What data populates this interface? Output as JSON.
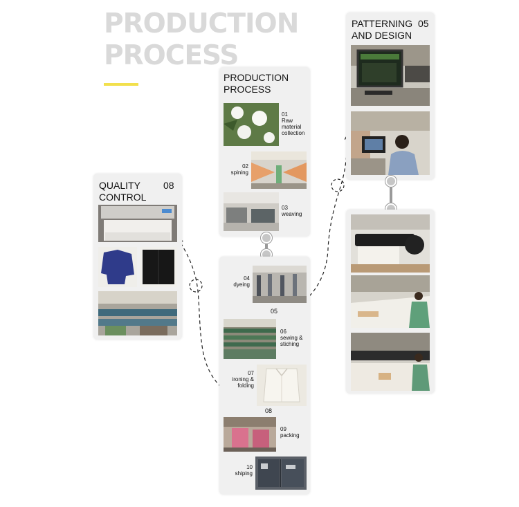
{
  "page": {
    "title_line1": "PRODUCTION",
    "title_line2": "PROCESS"
  },
  "colors": {
    "accent": "#f2e04d",
    "card_bg": "#f0f0f0",
    "title_gray": "#d9d9d9"
  },
  "cards": {
    "production": {
      "title_line1": "PRODUCTION",
      "title_line2": "PROCESS",
      "steps": [
        {
          "num": "01",
          "label_line1": "Raw",
          "label_line2": "material",
          "label_line3": "collection"
        },
        {
          "num": "02",
          "label_line1": "spining"
        },
        {
          "num": "03",
          "label_line1": "weaving"
        }
      ]
    },
    "patterning": {
      "title_line1": "PATTERNING",
      "title_line2": "AND DESIGN",
      "num": "05"
    },
    "quality": {
      "title_line1": "QUALITY",
      "title_line2": "CONTROL",
      "num": "08"
    },
    "manufacturing": {
      "steps": [
        {
          "num": "04",
          "label_line1": "dyeing"
        },
        {
          "num": "05"
        },
        {
          "num": "06",
          "label_line1": "sewing &",
          "label_line2": "stiching"
        },
        {
          "num": "07",
          "label_line1": "ironing &",
          "label_line2": "folding"
        },
        {
          "num": "08"
        },
        {
          "num": "09",
          "label_line1": "packing"
        },
        {
          "num": "10",
          "label_line1": "shiping"
        }
      ]
    }
  }
}
